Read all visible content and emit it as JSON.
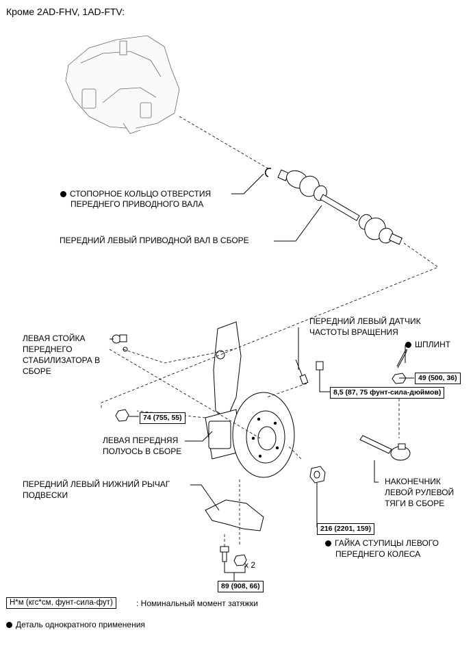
{
  "header": {
    "title": "Кроме 2AD-FHV, 1AD-FTV:"
  },
  "labels": {
    "snap_ring_1": "СТОПОРНОЕ КОЛЬЦО ОТВЕРСТИЯ",
    "snap_ring_2": "ПЕРЕДНЕГО ПРИВОДНОГО ВАЛА",
    "drive_shaft": "ПЕРЕДНИЙ ЛЕВЫЙ ПРИВОДНОЙ ВАЛ В СБОРЕ",
    "speed_sensor_1": "ПЕРЕДНИЙ ЛЕВЫЙ ДАТЧИК",
    "speed_sensor_2": "ЧАСТОТЫ ВРАЩЕНИЯ",
    "cotter_pin": "ШПЛИНТ",
    "stabilizer_1": "ЛЕВАЯ СТОЙКА",
    "stabilizer_2": "ПЕРЕДНЕГО",
    "stabilizer_3": "СТАБИЛИЗАТОРА В",
    "stabilizer_4": "СБОРЕ",
    "axle_1": "ЛЕВАЯ ПЕРЕДНЯЯ",
    "axle_2": "ПОЛУОСЬ В СБОРЕ",
    "lower_arm_1": "ПЕРЕДНИЙ ЛЕВЫЙ НИЖНИЙ РЫЧАГ",
    "lower_arm_2": "ПОДВЕСКИ",
    "tie_rod_1": "НАКОНЕЧНИК",
    "tie_rod_2": "ЛЕВОЙ РУЛЕВОЙ",
    "tie_rod_3": "ТЯГИ В СБОРЕ",
    "hub_nut_1": "ГАЙКА СТУПИЦЫ ЛЕВОГО",
    "hub_nut_2": "ПЕРЕДНЕГО КОЛЕСА",
    "times_two": "x 2"
  },
  "torque": {
    "sensor": "8,5 (87, 75 фунт-сила-дюймов)",
    "tie_rod_nut": "49 (500, 36)",
    "stabilizer_nut": "74 (755, 55)",
    "hub_nut": "216 (2201, 159)",
    "lower_arm_bolts": "89 (908, 66)"
  },
  "legend": {
    "unit_box": "Н*м (кгс*см, фунт-сила-фут)",
    "unit_text": ": Номинальный момент затяжки",
    "non_reusable": "Деталь однократного применения"
  }
}
